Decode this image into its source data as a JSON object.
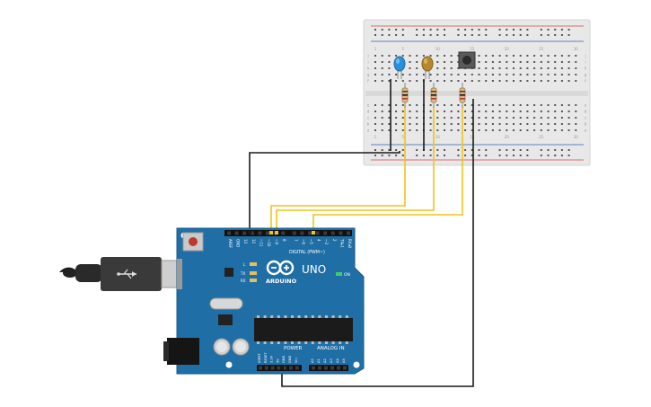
{
  "board": {
    "brand": "ARDUINO",
    "model": "UNO",
    "digital_header": "DIGITAL (PWM~)",
    "power_header": "POWER",
    "analog_header": "ANALOG IN",
    "on_label": "ON",
    "l_label": "L",
    "tx_label": "TX",
    "rx_label": "RX",
    "digital_pins": [
      "AREF",
      "GND",
      "13",
      "12",
      "~11",
      "~10",
      "~9",
      "8",
      "7",
      "~6",
      "~5",
      "4",
      "~3",
      "2",
      "TX▸1",
      "RX◂0"
    ],
    "power_pins": [
      "IOREF",
      "RESET",
      "3.3V",
      "5V",
      "GND",
      "GND",
      "Vin"
    ],
    "analog_pins": [
      "A0",
      "A1",
      "A2",
      "A3",
      "A4",
      "A5"
    ]
  },
  "breadboard": {
    "top_numbers": [
      "1",
      "",
      "",
      "",
      "5",
      "",
      "",
      "",
      "",
      "10",
      "",
      "",
      "",
      "",
      "15",
      "",
      "",
      "",
      "",
      "20",
      "",
      "",
      "",
      "",
      "25",
      "",
      "",
      "",
      "",
      "30"
    ],
    "bottom_numbers": [
      "1",
      "",
      "",
      "",
      "5",
      "",
      "",
      "",
      "",
      "10",
      "",
      "",
      "",
      "",
      "15",
      "",
      "",
      "",
      "",
      "20",
      "",
      "",
      "",
      "",
      "25",
      "",
      "",
      "",
      "",
      "30"
    ],
    "row_letters_top": [
      "j",
      "i",
      "h",
      "g",
      "f"
    ],
    "row_letters_bottom": [
      "e",
      "d",
      "c",
      "b",
      "a"
    ]
  },
  "components": {
    "led_blue_color": "#2a8fd8",
    "led_amber_color": "#b5892b",
    "board_color": "#1f6fa6",
    "wire_yellow": "#f0c419",
    "wire_black": "#1a1a1a"
  }
}
